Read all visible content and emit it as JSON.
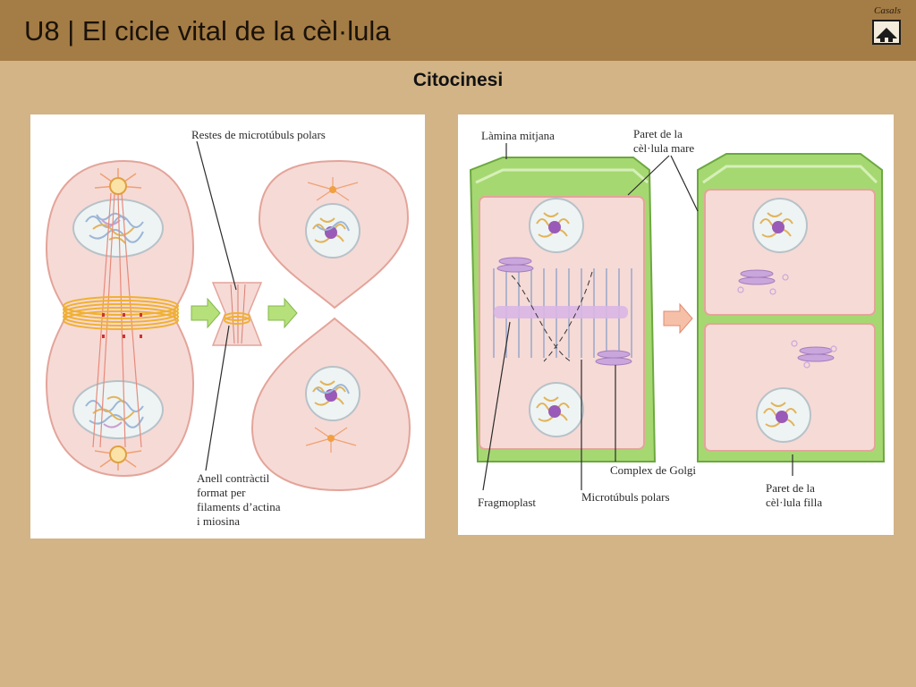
{
  "header": {
    "title": "U8 | El cicle vital de la cèl·lula",
    "brand": "Casals",
    "home_icon": "home-icon"
  },
  "slide": {
    "subtitle": "Citocinesi"
  },
  "animal_diagram": {
    "label_remnants": "Restes de microtúbuls polars",
    "label_ring": [
      "Anell contràctil",
      "format per",
      "filaments d’actina",
      "i miosina"
    ]
  },
  "plant_diagram": {
    "label_middle_lamella": "Làmina mitjana",
    "label_mother_wall": [
      "Paret de la",
      "cèl·lula mare"
    ],
    "label_golgi": "Complex de Golgi",
    "label_daughter_wall": [
      "Paret de la",
      "cèl·lula filla"
    ],
    "label_phragmoplast": "Fragmoplast",
    "label_microtubules": "Microtúbuls polars"
  },
  "colors": {
    "background": "#d2b487",
    "header": "#a47c45",
    "cell_fill": "#f6dad6",
    "cell_stroke": "#e3a49a",
    "wall_green": "#8ccc5c",
    "ring_orange": "#f0b030"
  }
}
